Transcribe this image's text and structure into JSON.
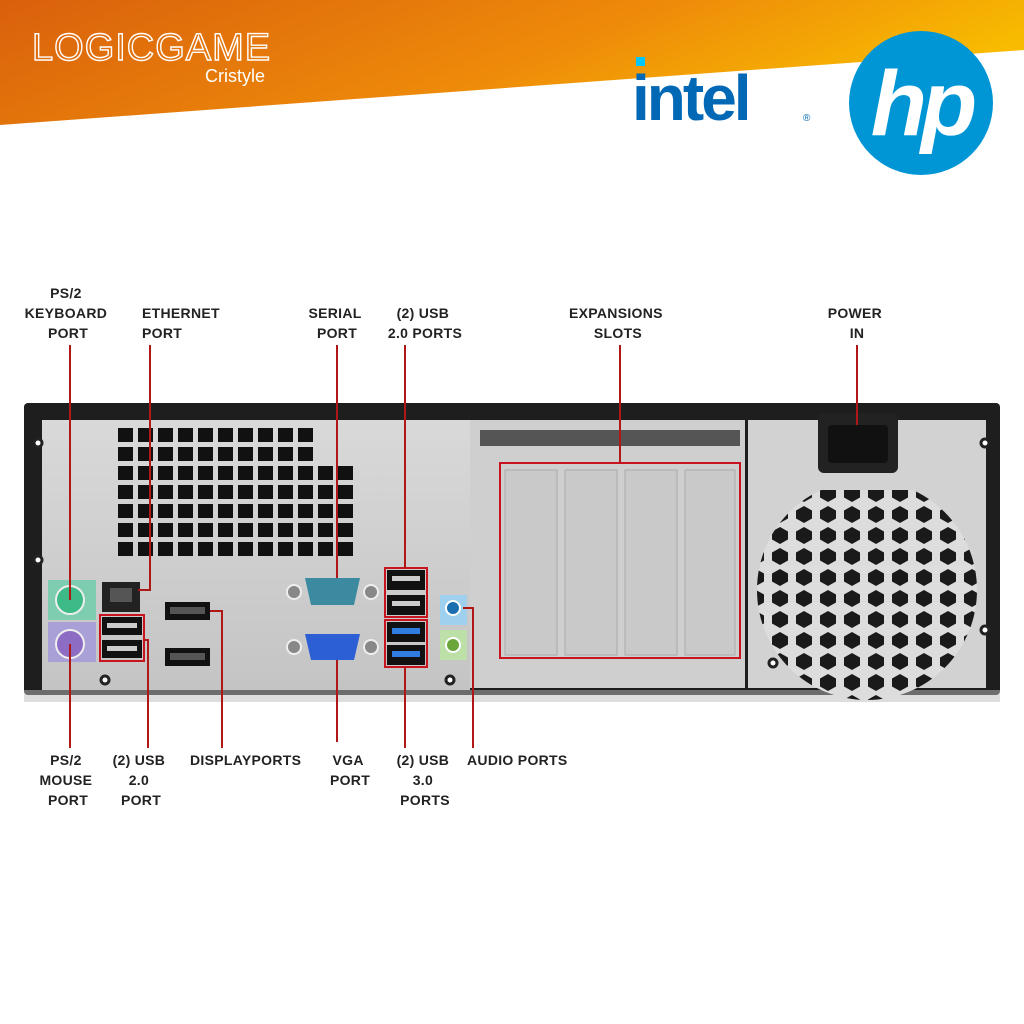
{
  "header": {
    "brand": "LOGICGAME",
    "brand_sub": "Cristyle",
    "partner_logos": [
      "intel",
      "hp"
    ],
    "banner_colors": [
      "#d9600c",
      "#f6b800"
    ]
  },
  "colors": {
    "leader_line": "#b01818",
    "intel": "#0068b5",
    "hp": "#0096d6"
  },
  "labels_top": [
    {
      "lines": [
        "PS/2",
        "KEYBOARD",
        "PORT"
      ]
    },
    {
      "lines": [
        "ETHERNET",
        "PORT"
      ]
    },
    {
      "lines": [
        "SERIAL",
        "PORT"
      ]
    },
    {
      "lines": [
        "(2) USB",
        "2.0 PORTS"
      ]
    },
    {
      "lines": [
        "EXPANSIONS",
        "SLOTS"
      ]
    },
    {
      "lines": [
        "POWER",
        "IN"
      ]
    }
  ],
  "labels_bottom": [
    {
      "lines": [
        "PS/2",
        "MOUSE",
        "PORT"
      ]
    },
    {
      "lines": [
        "(2) USB",
        "2.0",
        "PORT"
      ]
    },
    {
      "lines": [
        "DISPLAYPORTS"
      ]
    },
    {
      "lines": [
        "VGA",
        "PORT"
      ]
    },
    {
      "lines": [
        "(2) USB",
        "3.0",
        "PORTS"
      ]
    },
    {
      "lines": [
        "AUDIO PORTS"
      ]
    }
  ]
}
